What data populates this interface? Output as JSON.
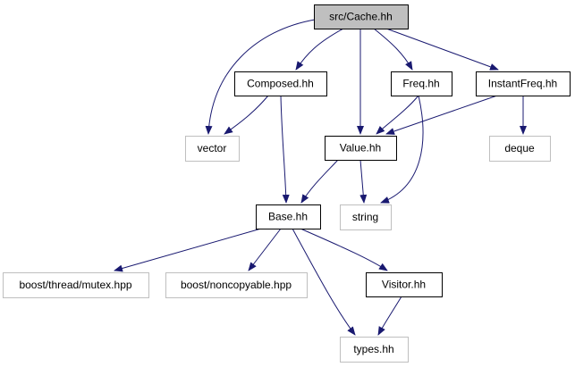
{
  "graph": {
    "colors": {
      "background": "#ffffff",
      "edge": "#191970",
      "local_border": "#000000",
      "root_fill": "#bfbfbf",
      "external_border": "#bfbfbf",
      "text": "#000000"
    },
    "nodes": [
      {
        "id": "cache",
        "label": "src/Cache.hh",
        "kind": "root"
      },
      {
        "id": "vector",
        "label": "vector",
        "kind": "external"
      },
      {
        "id": "composed",
        "label": "Composed.hh",
        "kind": "local"
      },
      {
        "id": "freq",
        "label": "Freq.hh",
        "kind": "local"
      },
      {
        "id": "instantfreq",
        "label": "InstantFreq.hh",
        "kind": "local"
      },
      {
        "id": "value",
        "label": "Value.hh",
        "kind": "local"
      },
      {
        "id": "deque",
        "label": "deque",
        "kind": "external"
      },
      {
        "id": "base",
        "label": "Base.hh",
        "kind": "local"
      },
      {
        "id": "string",
        "label": "string",
        "kind": "external"
      },
      {
        "id": "mutex",
        "label": "boost/thread/mutex.hpp",
        "kind": "external"
      },
      {
        "id": "noncopyable",
        "label": "boost/noncopyable.hpp",
        "kind": "external"
      },
      {
        "id": "visitor",
        "label": "Visitor.hh",
        "kind": "local"
      },
      {
        "id": "types",
        "label": "types.hh",
        "kind": "external"
      }
    ],
    "edges": [
      {
        "from": "cache",
        "to": "vector"
      },
      {
        "from": "cache",
        "to": "composed"
      },
      {
        "from": "cache",
        "to": "value"
      },
      {
        "from": "cache",
        "to": "freq"
      },
      {
        "from": "cache",
        "to": "instantfreq"
      },
      {
        "from": "composed",
        "to": "vector"
      },
      {
        "from": "composed",
        "to": "base"
      },
      {
        "from": "freq",
        "to": "value"
      },
      {
        "from": "freq",
        "to": "string"
      },
      {
        "from": "instantfreq",
        "to": "value"
      },
      {
        "from": "instantfreq",
        "to": "deque"
      },
      {
        "from": "value",
        "to": "base"
      },
      {
        "from": "value",
        "to": "string"
      },
      {
        "from": "base",
        "to": "mutex"
      },
      {
        "from": "base",
        "to": "noncopyable"
      },
      {
        "from": "base",
        "to": "visitor"
      },
      {
        "from": "base",
        "to": "types"
      },
      {
        "from": "visitor",
        "to": "types"
      }
    ]
  }
}
